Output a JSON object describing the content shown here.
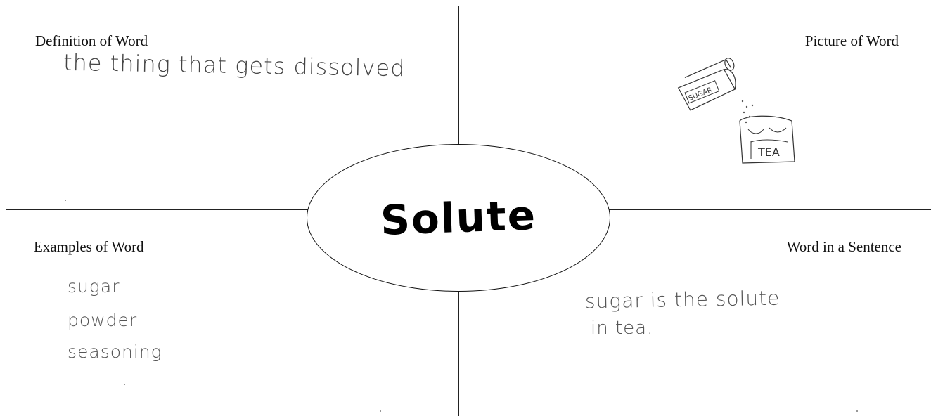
{
  "frayer": {
    "center_word": "Solute",
    "quadrants": {
      "definition": {
        "label": "Definition of Word",
        "content": "the thing that gets dissolved"
      },
      "picture": {
        "label": "Picture of Word",
        "sugar_label": "SUGAR",
        "tea_label": "TEA"
      },
      "examples": {
        "label": "Examples of Word",
        "items": [
          "sugar",
          "powder",
          "seasoning"
        ]
      },
      "sentence": {
        "label": "Word in a Sentence",
        "line1": "sugar is the solute",
        "line2": "in tea."
      }
    }
  }
}
